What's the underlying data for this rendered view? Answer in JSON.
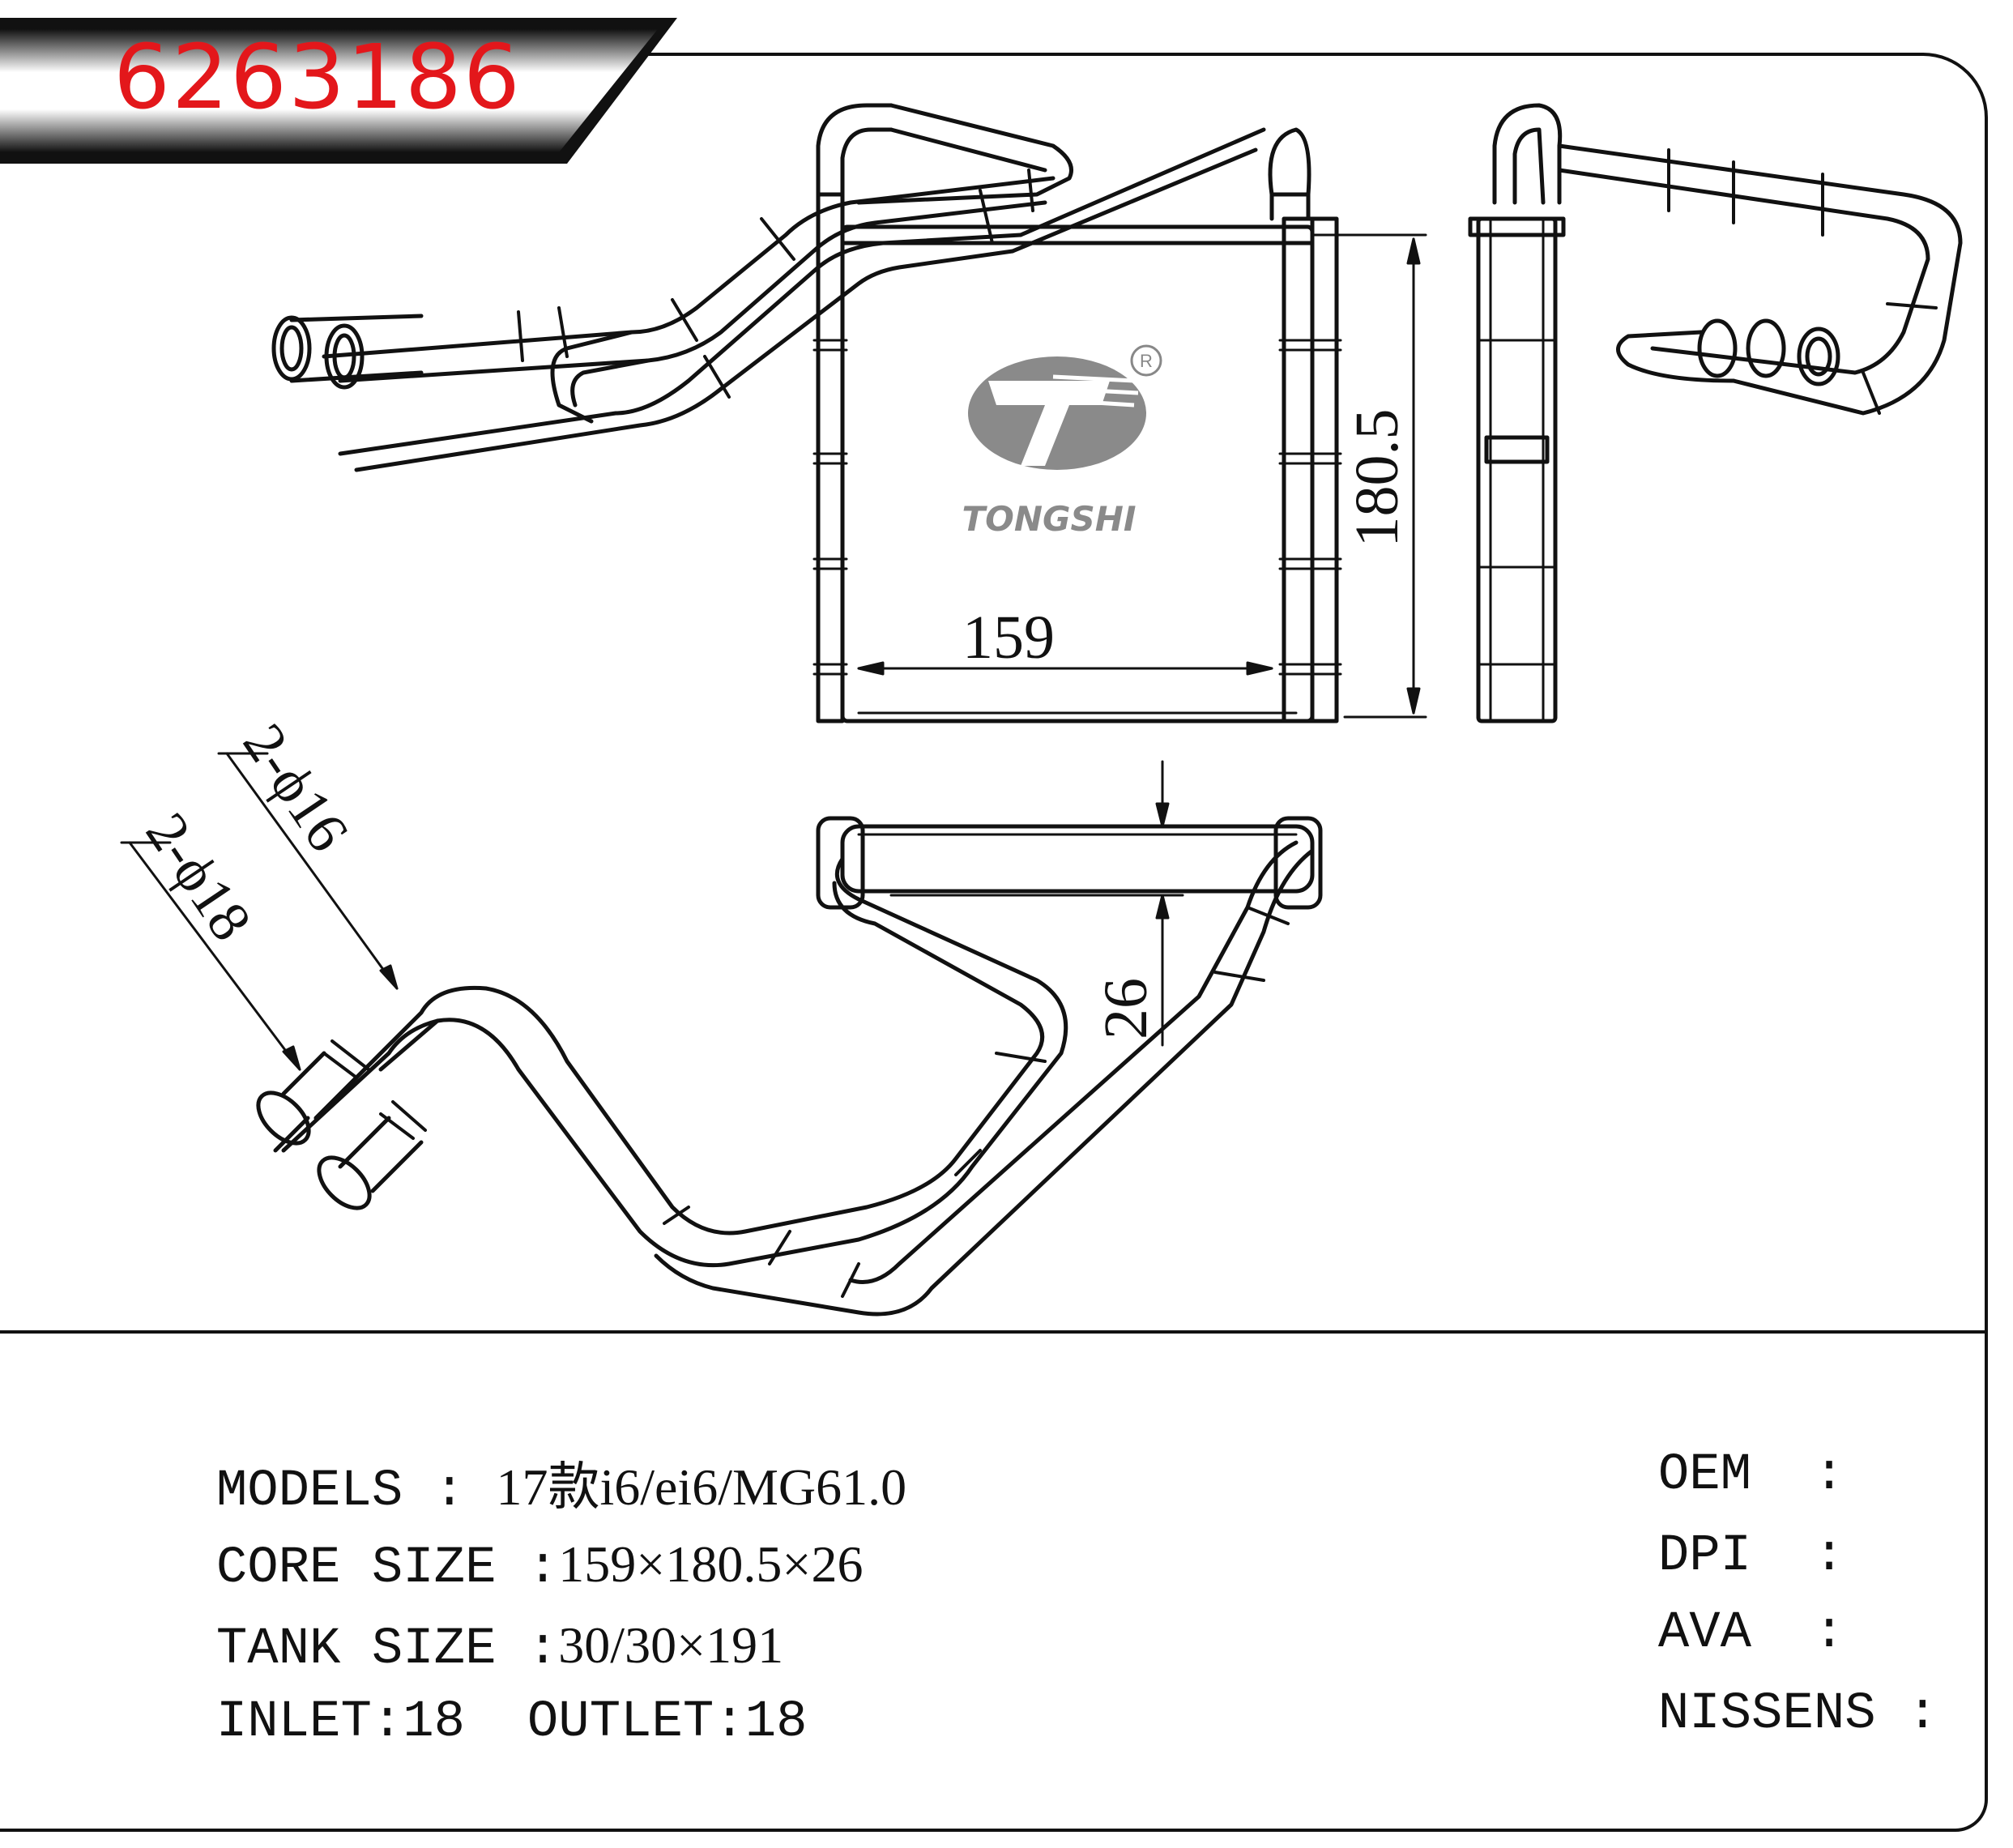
{
  "part_number": "6263186",
  "brand": {
    "name": "TONGSHI",
    "registered_mark": "R"
  },
  "dimensions": {
    "core_width": "159",
    "core_height": "180.5",
    "core_depth": "26",
    "pipe_outer": "2-ϕ16",
    "pipe_inner": "2-ϕ18"
  },
  "specs": {
    "models_label": "MODELS",
    "models_sep": ":",
    "models_value": "17款i6/ei6/MG61.0",
    "core_label": "CORE SIZE",
    "core_sep": ":",
    "core_value": "159×180.5×26",
    "tank_label": "TANK SIZE",
    "tank_sep": ":",
    "tank_value": "30/30×191",
    "inlet_label": "INLET:",
    "inlet_value": "18",
    "outlet_label": "OUTLET:",
    "outlet_value": "18"
  },
  "references": {
    "oem_label": "OEM",
    "dpi_label": "DPI",
    "ava_label": "AVA",
    "nissens_label": "NISSENS",
    "sep": ":"
  }
}
